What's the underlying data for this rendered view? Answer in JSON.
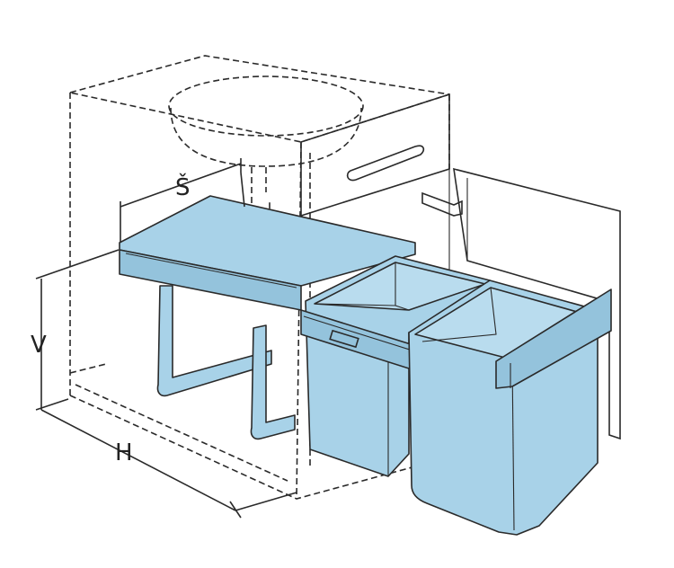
{
  "labels": {
    "width": "Š",
    "height": "V",
    "depth": "H"
  },
  "colors": {
    "bin_fill": "#a8d2e8",
    "bin_shade": "#94c3dc",
    "line": "#2a2a2a",
    "door_fill": "#ffffff"
  }
}
